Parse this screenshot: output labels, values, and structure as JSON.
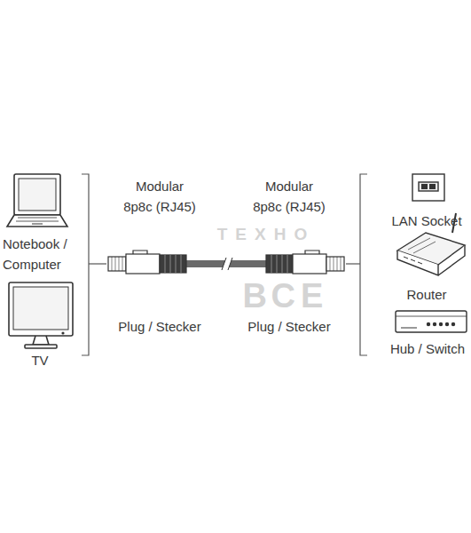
{
  "diagram": {
    "labels": [
      "Modular 8p8c (RJ45)",
      "Modular 8p8c (RJ45)",
      "Notebook / Computer",
      "LAN Socket",
      "ТЕХНО",
      "ВСЕ",
      "Router",
      "Plug / Stecker",
      "Plug / Stecker",
      "Hub / Switch",
      "TV"
    ]
  }
}
